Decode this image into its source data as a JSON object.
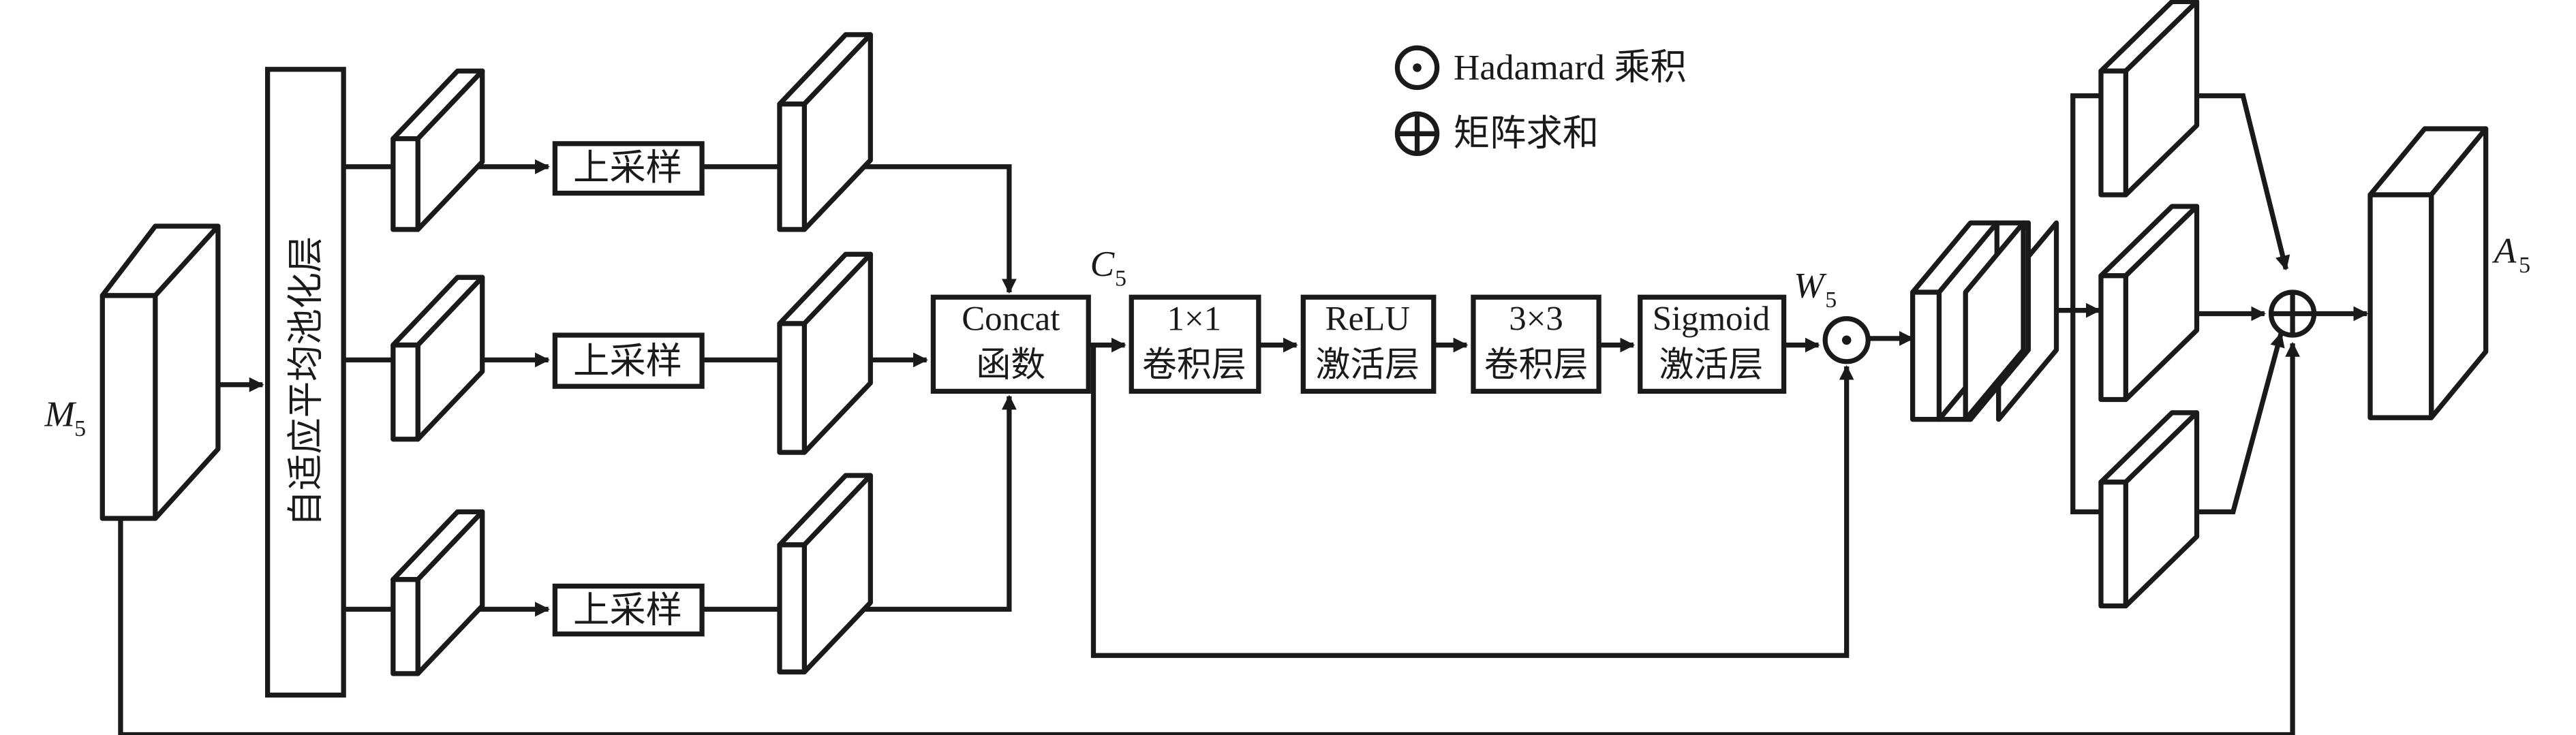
{
  "labels": {
    "m5": "M",
    "m5_sub": "5",
    "pool_layer": "自适应平均池化层",
    "upsample_1": "上采样",
    "upsample_2": "上采样",
    "upsample_3": "上采样",
    "concat_line1": "Concat",
    "concat_line2": "函数",
    "c5": "C",
    "c5_sub": "5",
    "conv1x1_line1": "1×1",
    "conv1x1_line2": "卷积层",
    "relu_line1": "ReLU",
    "relu_line2": "激活层",
    "conv3x3_line1": "3×3",
    "conv3x3_line2": "卷积层",
    "sigmoid_line1": "Sigmoid",
    "sigmoid_line2": "激活层",
    "w5": "W",
    "w5_sub": "5",
    "a5": "A",
    "a5_sub": "5"
  },
  "legend": {
    "hadamard": "Hadamard 乘积",
    "matrix_sum": "矩阵求和"
  }
}
